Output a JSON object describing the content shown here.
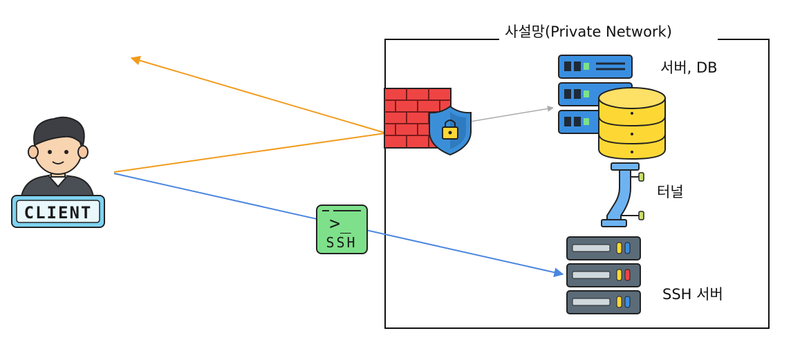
{
  "network": {
    "title": "사설망(Private Network)"
  },
  "labels": {
    "server_db": "서버, DB",
    "tunnel": "터널",
    "ssh_server": "SSH 서버"
  },
  "client": {
    "badge": "CLIENT"
  },
  "ssh_badge": {
    "prompt": ">_",
    "text": "SSH"
  },
  "colors": {
    "orange_path": "#f29b1d",
    "blue_path": "#4a86e0",
    "gray_path": "#aaaaaa",
    "firewall": "#ef4444",
    "shield": "#3b8fd9",
    "server_blue": "#3a8ee0",
    "db_yellow": "#fdd835",
    "pipe": "#6db3f2",
    "ssh_green": "#7ee08a",
    "rack_gray": "#5b6b78"
  }
}
